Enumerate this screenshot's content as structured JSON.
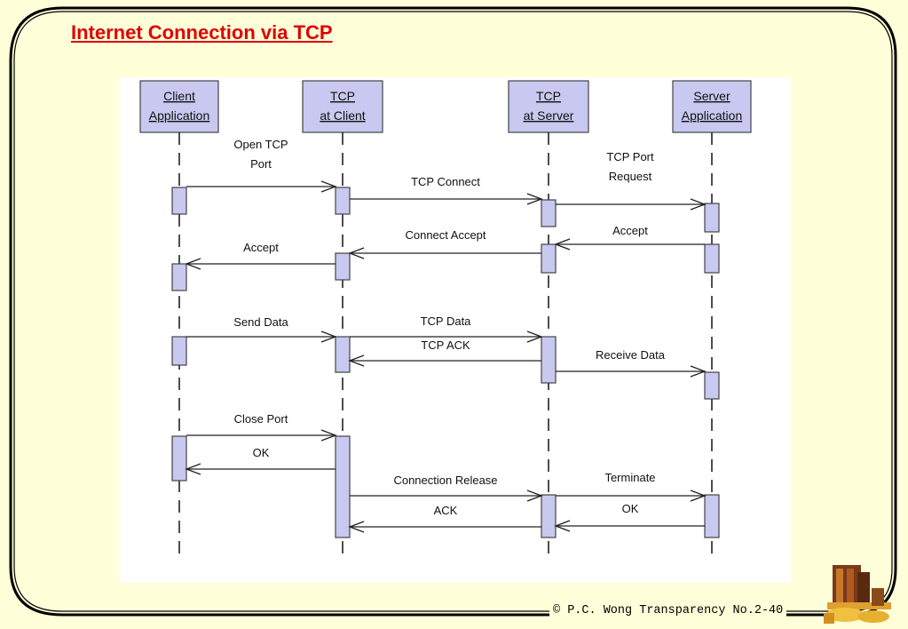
{
  "slide": {
    "title": "Internet Connection via TCP",
    "footer": "© P.C. Wong Transparency  No.2-40"
  },
  "colors": {
    "background": "#ffffd9",
    "title": "#e00000",
    "box_fill": "#c8c8f0",
    "box_border": "#444444"
  },
  "participants": [
    {
      "id": "client_app",
      "lines": [
        "Client",
        "Application"
      ]
    },
    {
      "id": "tcp_client",
      "lines": [
        "TCP",
        "at Client"
      ]
    },
    {
      "id": "tcp_server",
      "lines": [
        "TCP",
        "at Server"
      ]
    },
    {
      "id": "server_app",
      "lines": [
        "Server",
        "Application"
      ]
    }
  ],
  "messages": [
    {
      "label": "Open TCP Port",
      "label_lines": [
        "Open TCP",
        "Port"
      ],
      "from": "client_app",
      "to": "tcp_client"
    },
    {
      "label": "TCP Connect",
      "label_lines": [
        "TCP Connect"
      ],
      "from": "tcp_client",
      "to": "tcp_server"
    },
    {
      "label": "TCP Port Request",
      "label_lines": [
        "TCP Port",
        "Request"
      ],
      "from": "tcp_server",
      "to": "server_app"
    },
    {
      "label": "Accept",
      "label_lines": [
        "Accept"
      ],
      "from": "server_app",
      "to": "tcp_server"
    },
    {
      "label": "Connect Accept",
      "label_lines": [
        "Connect Accept"
      ],
      "from": "tcp_server",
      "to": "tcp_client"
    },
    {
      "label": "Accept",
      "label_lines": [
        "Accept"
      ],
      "from": "tcp_client",
      "to": "client_app"
    },
    {
      "label": "Send Data",
      "label_lines": [
        "Send Data"
      ],
      "from": "client_app",
      "to": "tcp_client"
    },
    {
      "label": "TCP Data",
      "label_lines": [
        "TCP Data"
      ],
      "from": "tcp_client",
      "to": "tcp_server"
    },
    {
      "label": "TCP ACK",
      "label_lines": [
        "TCP ACK"
      ],
      "from": "tcp_server",
      "to": "tcp_client"
    },
    {
      "label": "Receive Data",
      "label_lines": [
        "Receive Data"
      ],
      "from": "tcp_server",
      "to": "server_app"
    },
    {
      "label": "Close Port",
      "label_lines": [
        "Close Port"
      ],
      "from": "client_app",
      "to": "tcp_client"
    },
    {
      "label": "OK",
      "label_lines": [
        "OK"
      ],
      "from": "tcp_client",
      "to": "client_app"
    },
    {
      "label": "Connection Release",
      "label_lines": [
        "Connection Release"
      ],
      "from": "tcp_client",
      "to": "tcp_server"
    },
    {
      "label": "ACK",
      "label_lines": [
        "ACK"
      ],
      "from": "tcp_server",
      "to": "tcp_client"
    },
    {
      "label": "Terminate",
      "label_lines": [
        "Terminate"
      ],
      "from": "tcp_server",
      "to": "server_app"
    },
    {
      "label": "OK",
      "label_lines": [
        "OK"
      ],
      "from": "server_app",
      "to": "tcp_server"
    }
  ]
}
